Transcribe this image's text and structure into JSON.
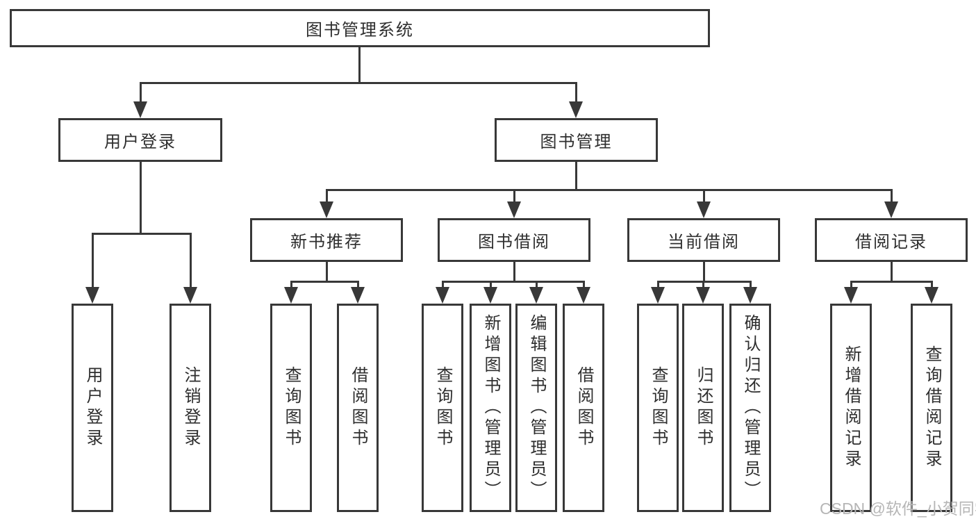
{
  "diagram": {
    "type": "hierarchy-tree",
    "colors": {
      "line": "#383838",
      "text": "#2e2e2e",
      "background": "#ffffff",
      "watermark": "#b6b6b6"
    },
    "nodes": {
      "root": {
        "label": "图书管理系统"
      },
      "userLogin": {
        "label": "用户登录"
      },
      "bookMgmt": {
        "label": "图书管理"
      },
      "newBookRec": {
        "label": "新书推荐"
      },
      "bookBorrow": {
        "label": "图书借阅"
      },
      "currentBorrow": {
        "label": "当前借阅"
      },
      "borrowRecord": {
        "label": "借阅记录"
      },
      "leafUserLogin": {
        "label": "用户登录"
      },
      "leafLogout": {
        "label": "注销登录"
      },
      "leafNbQuery": {
        "label": "查询图书"
      },
      "leafNbBorrow": {
        "label": "借阅图书"
      },
      "leafBbQuery": {
        "label": "查询图书"
      },
      "leafBbAdd": {
        "label": "新增图书（管理员）"
      },
      "leafBbEdit": {
        "label": "编辑图书（管理员）"
      },
      "leafBbBorrow": {
        "label": "借阅图书"
      },
      "leafCbQuery": {
        "label": "查询图书"
      },
      "leafCbReturn": {
        "label": "归还图书"
      },
      "leafCbConfirm": {
        "label": "确认归还（管理员）"
      },
      "leafBrAdd": {
        "label": "新增借阅记录"
      },
      "leafBrQuery": {
        "label": "查询借阅记录"
      }
    },
    "edges": [
      [
        "图书管理系统",
        "用户登录"
      ],
      [
        "图书管理系统",
        "图书管理"
      ],
      [
        "用户登录",
        "用户登录"
      ],
      [
        "用户登录",
        "注销登录"
      ],
      [
        "图书管理",
        "新书推荐"
      ],
      [
        "图书管理",
        "图书借阅"
      ],
      [
        "图书管理",
        "当前借阅"
      ],
      [
        "图书管理",
        "借阅记录"
      ],
      [
        "新书推荐",
        "查询图书"
      ],
      [
        "新书推荐",
        "借阅图书"
      ],
      [
        "图书借阅",
        "查询图书"
      ],
      [
        "图书借阅",
        "新增图书（管理员）"
      ],
      [
        "图书借阅",
        "编辑图书（管理员）"
      ],
      [
        "图书借阅",
        "借阅图书"
      ],
      [
        "当前借阅",
        "查询图书"
      ],
      [
        "当前借阅",
        "归还图书"
      ],
      [
        "当前借阅",
        "确认归还（管理员）"
      ],
      [
        "借阅记录",
        "新增借阅记录"
      ],
      [
        "借阅记录",
        "查询借阅记录"
      ]
    ],
    "watermark": "CSDN @软件_小贺同学"
  }
}
